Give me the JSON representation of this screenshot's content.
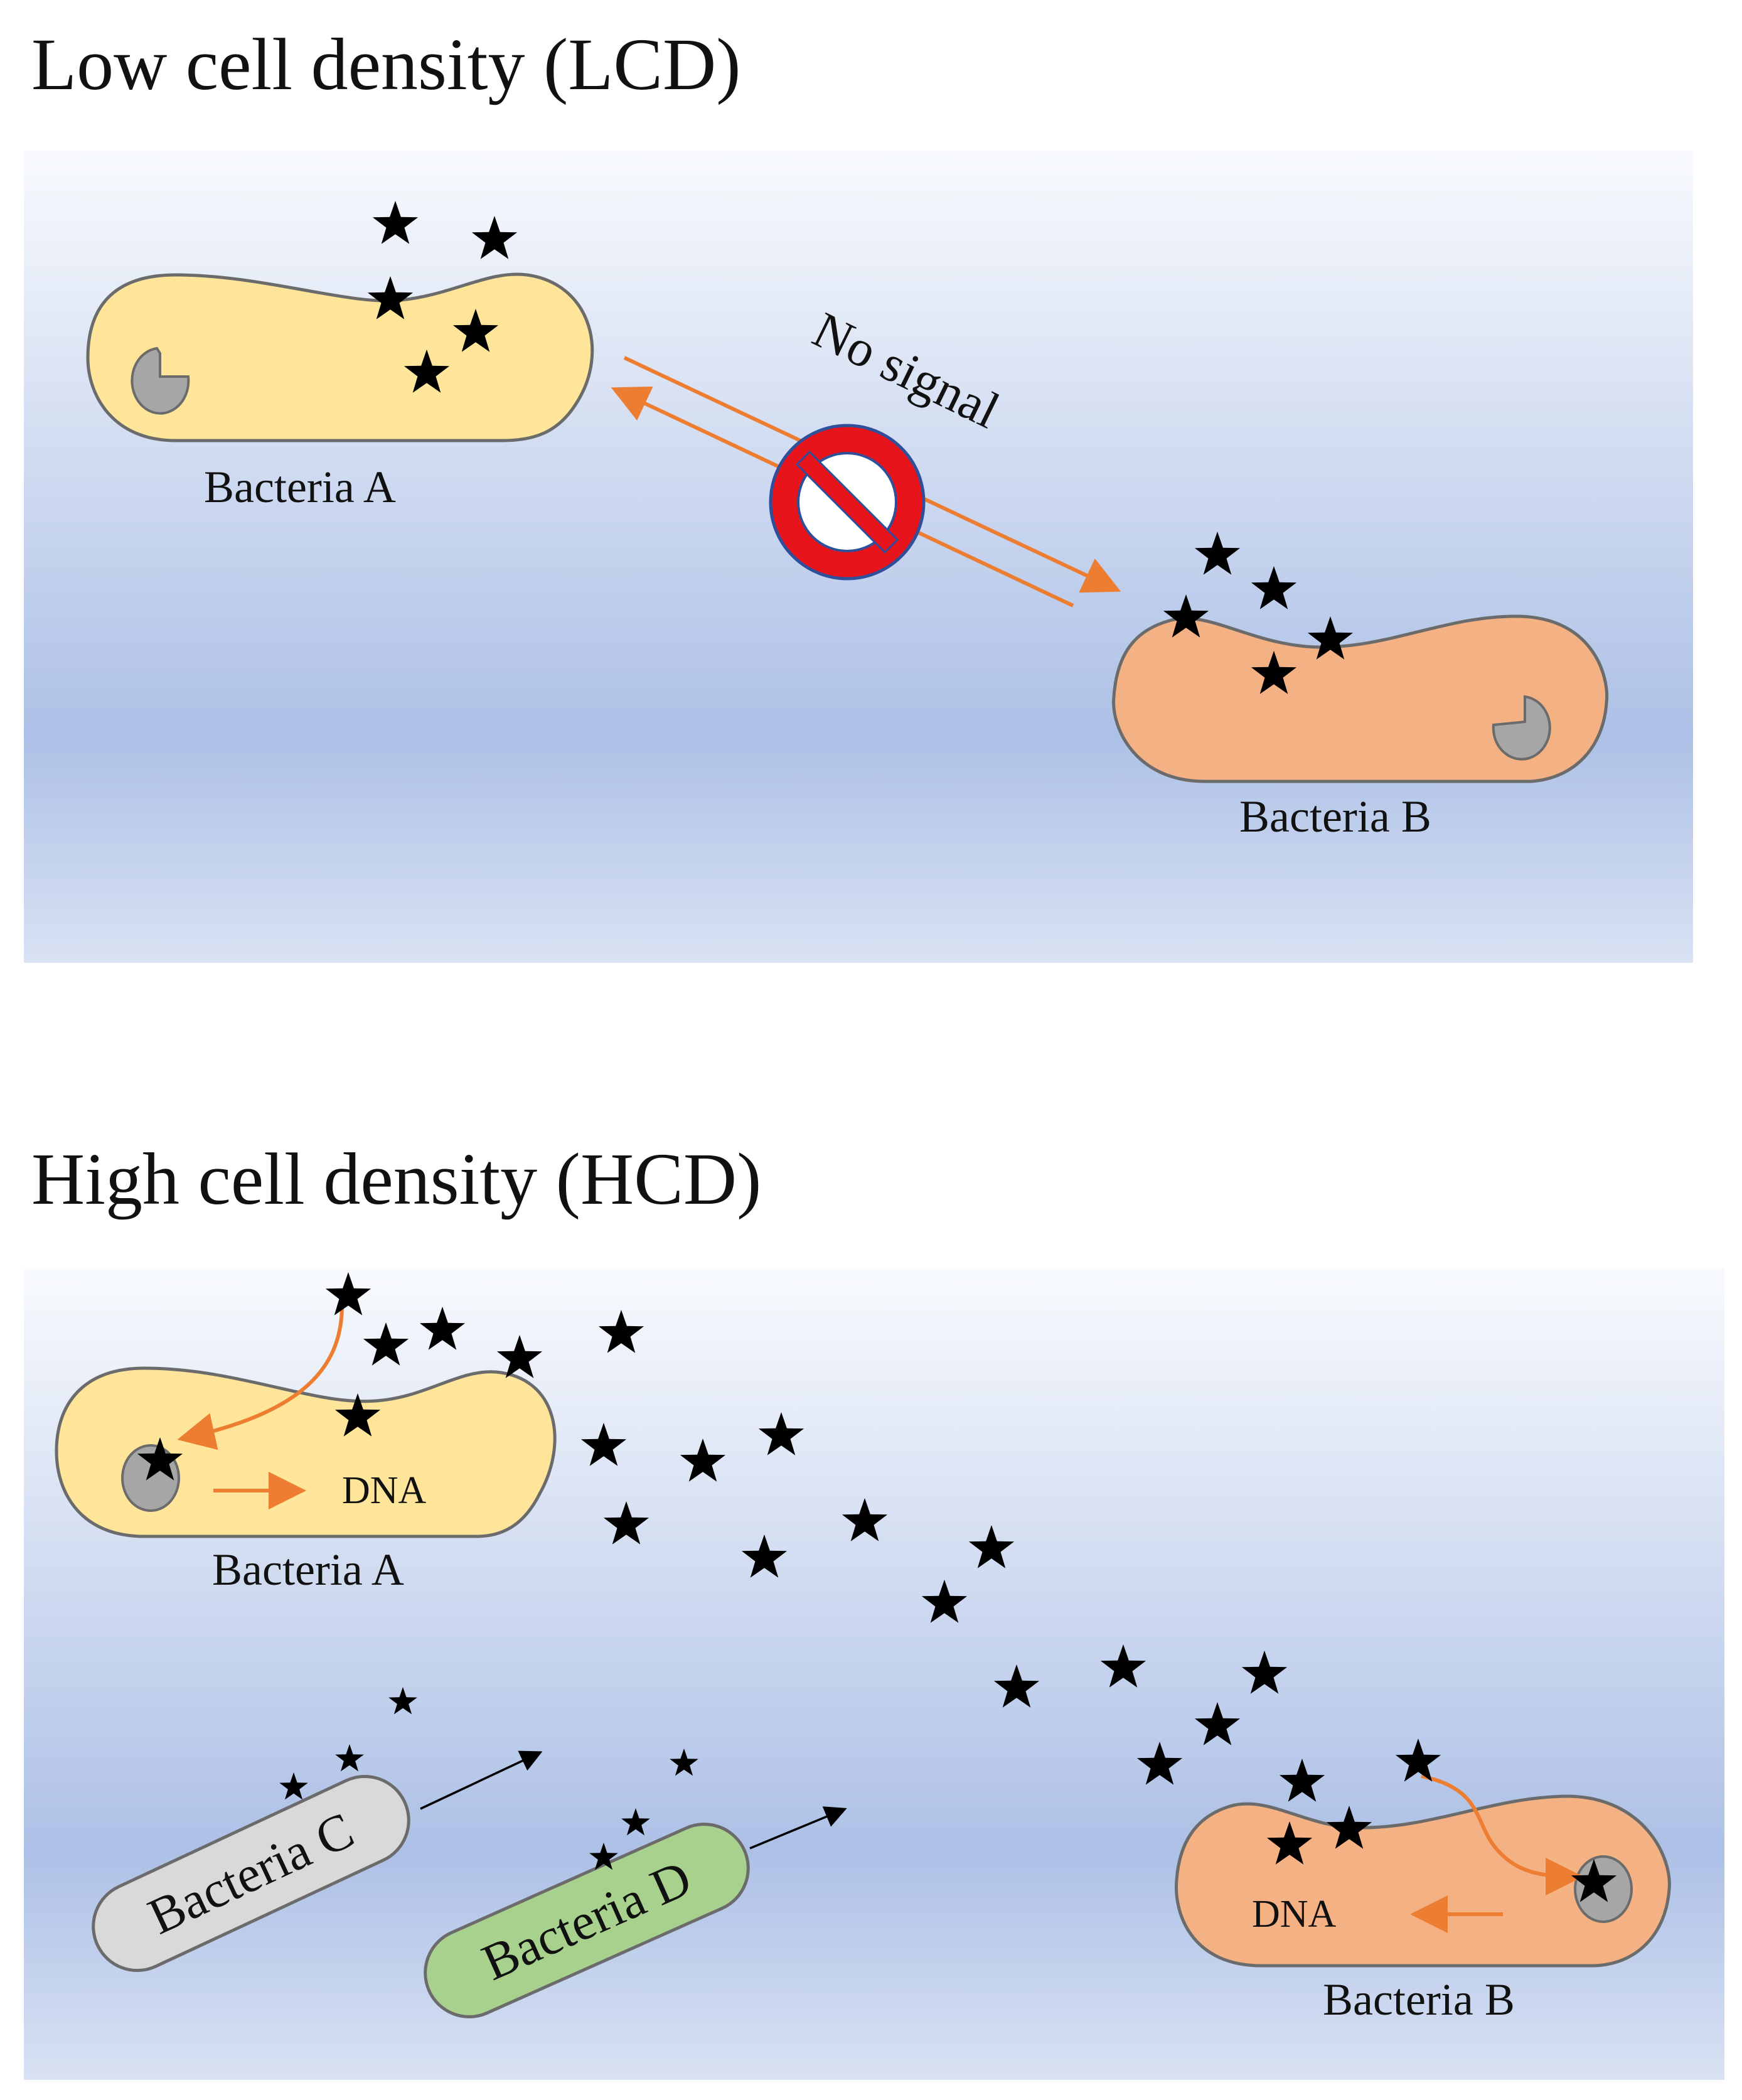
{
  "lcd": {
    "heading": "Low cell density (LCD)",
    "bacteria_a_label": "Bacteria A",
    "bacteria_b_label": "Bacteria B",
    "no_signal_label": "No signal"
  },
  "hcd": {
    "heading": "High cell density (HCD)",
    "bacteria_a_label": "Bacteria A",
    "bacteria_b_label": "Bacteria B",
    "bacteria_c_label": "Bacteria C",
    "bacteria_d_label": "Bacteria D",
    "dna_label_a": "DNA",
    "dna_label_b": "DNA"
  },
  "colors": {
    "panel_top": "#f7f9fd",
    "panel_bottom": "#adc0e6",
    "bacteria_a_fill": "#fee599",
    "bacteria_b_fill": "#f4b183",
    "bacteria_c_fill": "#d9d9d9",
    "bacteria_d_fill": "#a9d18e",
    "receptor_fill": "#a6a6a6",
    "signal_arrow": "#ed7d31",
    "no_sign_red": "#e8141c",
    "no_sign_border": "#2f4f9a"
  }
}
